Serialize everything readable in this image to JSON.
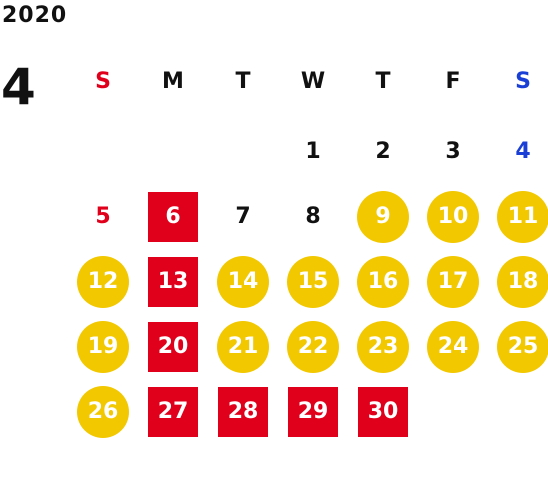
{
  "calendar": {
    "year": "2020",
    "month": "4",
    "weekdays": [
      {
        "label": "S",
        "type": "sun"
      },
      {
        "label": "M",
        "type": "weekday"
      },
      {
        "label": "T",
        "type": "weekday"
      },
      {
        "label": "W",
        "type": "weekday"
      },
      {
        "label": "T",
        "type": "weekday"
      },
      {
        "label": "F",
        "type": "weekday"
      },
      {
        "label": "S",
        "type": "sat"
      }
    ],
    "first_weekday_index": 3,
    "days": [
      {
        "day": "1",
        "status": "normal"
      },
      {
        "day": "2",
        "status": "normal"
      },
      {
        "day": "3",
        "status": "normal"
      },
      {
        "day": "4",
        "status": "sat"
      },
      {
        "day": "5",
        "status": "sun"
      },
      {
        "day": "6",
        "status": "closed"
      },
      {
        "day": "7",
        "status": "normal"
      },
      {
        "day": "8",
        "status": "normal"
      },
      {
        "day": "9",
        "status": "holiday"
      },
      {
        "day": "10",
        "status": "holiday"
      },
      {
        "day": "11",
        "status": "holiday"
      },
      {
        "day": "12",
        "status": "holiday"
      },
      {
        "day": "13",
        "status": "closed"
      },
      {
        "day": "14",
        "status": "holiday"
      },
      {
        "day": "15",
        "status": "holiday"
      },
      {
        "day": "16",
        "status": "holiday"
      },
      {
        "day": "17",
        "status": "holiday"
      },
      {
        "day": "18",
        "status": "holiday"
      },
      {
        "day": "19",
        "status": "holiday"
      },
      {
        "day": "20",
        "status": "closed"
      },
      {
        "day": "21",
        "status": "holiday"
      },
      {
        "day": "22",
        "status": "holiday"
      },
      {
        "day": "23",
        "status": "holiday"
      },
      {
        "day": "24",
        "status": "holiday"
      },
      {
        "day": "25",
        "status": "holiday"
      },
      {
        "day": "26",
        "status": "holiday"
      },
      {
        "day": "27",
        "status": "closed"
      },
      {
        "day": "28",
        "status": "closed"
      },
      {
        "day": "29",
        "status": "closed"
      },
      {
        "day": "30",
        "status": "closed"
      }
    ],
    "colors": {
      "sunday_text": "#e0001b",
      "saturday_text": "#1a3fd6",
      "holiday_circle": "#f2c800",
      "closed_square": "#e0001b",
      "default_text": "#111111"
    }
  }
}
